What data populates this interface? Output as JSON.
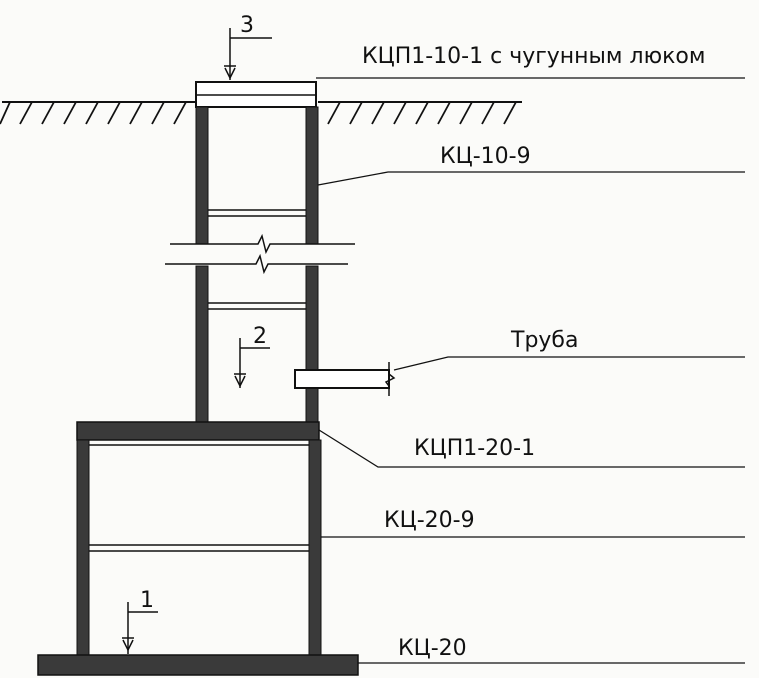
{
  "labels": {
    "hatch_cover": "КЦП1-10-1 с чугунным люком",
    "upper_ring": "КЦ-10-9",
    "pipe": "Труба",
    "transition_slab": "КЦП1-20-1",
    "lower_ring": "КЦ-20-9",
    "bottom_slab": "КЦ-20"
  },
  "levels": {
    "level_1": "1",
    "level_2": "2",
    "level_3": "3"
  },
  "colors": {
    "ink": "#111111",
    "wall": "#3a3a3a",
    "paper": "#fbfbf9"
  }
}
